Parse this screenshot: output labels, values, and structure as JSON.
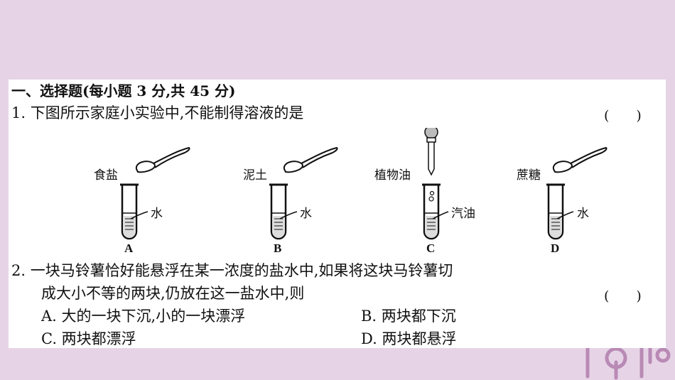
{
  "section_title": "一、选择题(每小题 3 分,共 45 分)",
  "q1": {
    "stem": "1. 下图所示家庭小实验中,不能制得溶液的是",
    "answer_blank": "(　　)",
    "experiments": [
      {
        "letter": "A",
        "solute": "食盐",
        "solvent": "水"
      },
      {
        "letter": "B",
        "solute": "泥土",
        "solvent": "水"
      },
      {
        "letter": "C",
        "solute": "植物油",
        "solvent": "汽油"
      },
      {
        "letter": "D",
        "solute": "蔗糖",
        "solvent": "水"
      }
    ]
  },
  "q2": {
    "stem_line1": "2. 一块马铃薯恰好能悬浮在某一浓度的盐水中,如果将这块马铃薯切",
    "stem_line2": "成大小不等的两块,仍放在这一盐水中,则",
    "answer_blank": "(　　)",
    "option_a": "A. 大的一块下沉,小的一块漂浮",
    "option_b": "B. 两块都下沉",
    "option_c": "C. 两块都漂浮",
    "option_d": "D. 两块都悬浮"
  },
  "colors": {
    "background": "#e6d4e6",
    "paper": "#ffffff",
    "decoration": "#b98ab6"
  }
}
